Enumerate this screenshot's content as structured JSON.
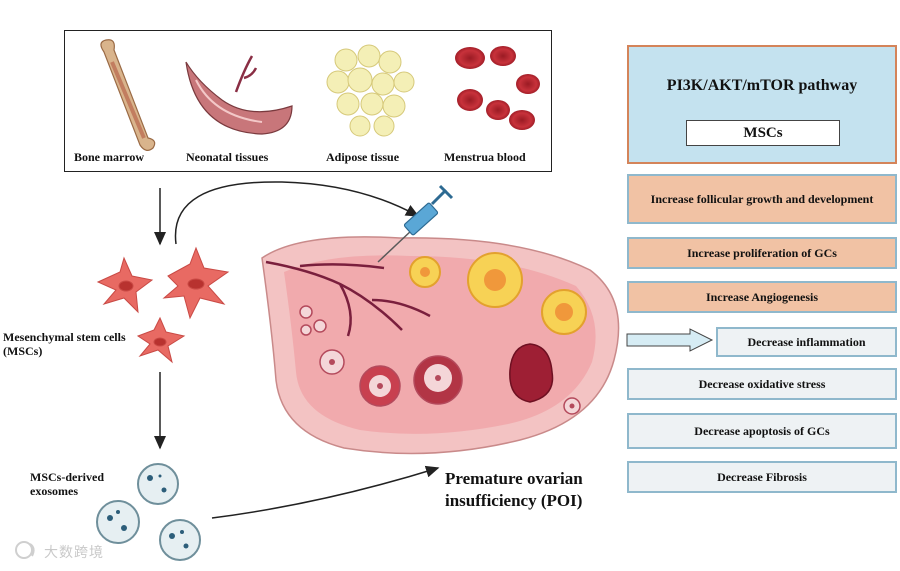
{
  "sources": {
    "items": [
      {
        "label": "Bone marrow"
      },
      {
        "label": "Neonatal tissues"
      },
      {
        "label": "Adipose tissue"
      },
      {
        "label": "Menstrua blood"
      }
    ]
  },
  "mscs_label": "Mesenchymal stem cells (MSCs)",
  "exosomes_label": "MSCs-derived exosomes",
  "poi_label": "Premature ovarian insufficiency (POI)",
  "pathway": {
    "title": "PI3K/AKT/mTOR pathway",
    "mscs": "MSCs"
  },
  "effects": [
    {
      "label": "Increase follicular growth and development",
      "kind": "increase"
    },
    {
      "label": "Increase proliferation of GCs",
      "kind": "increase"
    },
    {
      "label": "Increase Angiogenesis",
      "kind": "increase"
    },
    {
      "label": "Decrease inflammation",
      "kind": "decrease"
    },
    {
      "label": "Decrease oxidative stress",
      "kind": "decrease"
    },
    {
      "label": "Decrease apoptosis of GCs",
      "kind": "decrease"
    },
    {
      "label": "Decrease Fibrosis",
      "kind": "decrease"
    }
  ],
  "colors": {
    "increase_fill": "#f1c2a4",
    "decrease_fill": "#eef2f4",
    "header_fill": "#c4e2ef",
    "box_border": "#8fb8cc"
  },
  "watermark": "大数跨境"
}
